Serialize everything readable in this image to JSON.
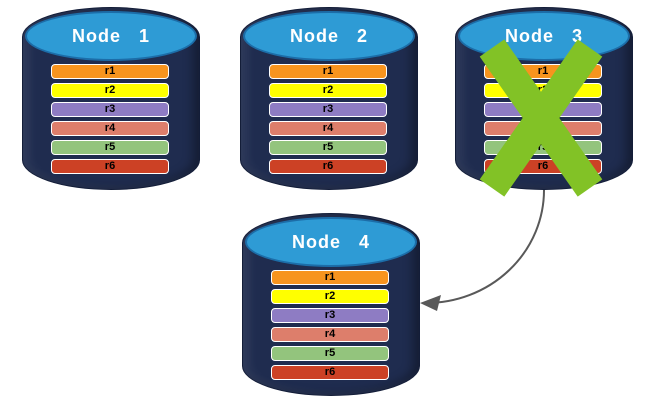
{
  "nodes": [
    {
      "title": "Node 1",
      "failed": false,
      "records": [
        "r1",
        "r2",
        "r3",
        "r4",
        "r5",
        "r6"
      ]
    },
    {
      "title": "Node 2",
      "failed": false,
      "records": [
        "r1",
        "r2",
        "r3",
        "r4",
        "r5",
        "r6"
      ]
    },
    {
      "title": "Node 3",
      "failed": true,
      "records": [
        "r1",
        "r2",
        "r3",
        "r4",
        "r5",
        "r6"
      ]
    },
    {
      "title": "Node 4",
      "failed": false,
      "records": [
        "r1",
        "r2",
        "r3",
        "r4",
        "r5",
        "r6"
      ]
    }
  ],
  "record_colors": [
    "#F7941E",
    "#FFFF00",
    "#8E7CC3",
    "#DD7E6B",
    "#93C47D",
    "#CC4125"
  ],
  "arrow": {
    "from": "Node 3",
    "to": "Node 4"
  },
  "colors": {
    "cylinder_body": "#1F2C4F",
    "cylinder_top": "#2E9BD5",
    "failure_x": "#82C226",
    "arrow": "#595959"
  }
}
